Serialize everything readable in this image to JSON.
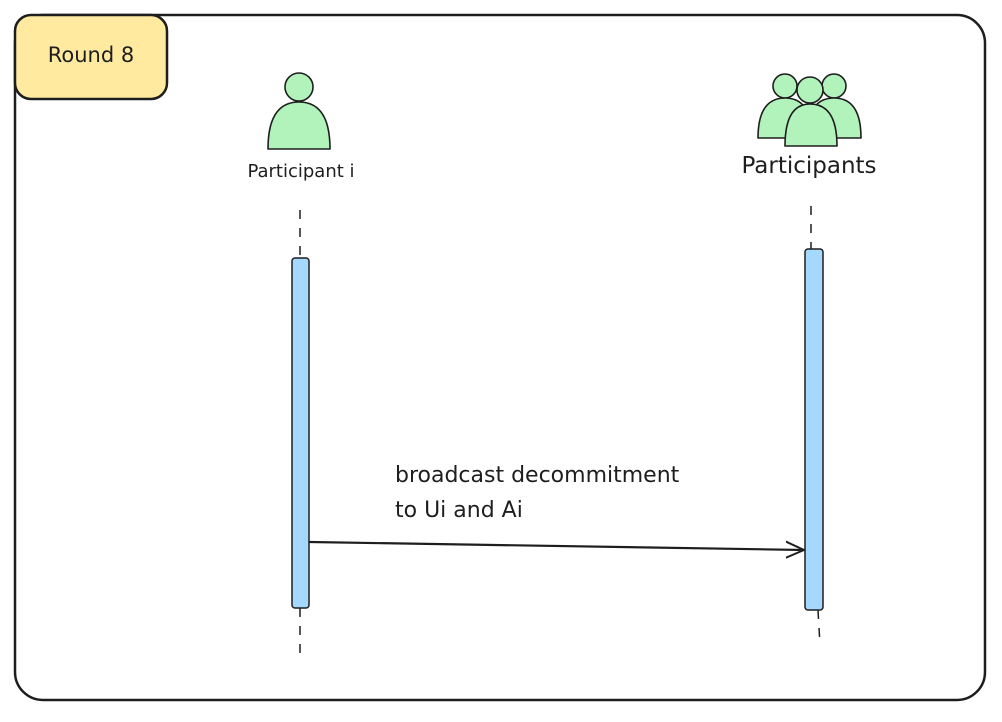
{
  "frame": {
    "label": "Round 8",
    "label_fill": "#ffeaa0",
    "stroke": "#1e1e1e"
  },
  "participants": [
    {
      "label": "Participant i",
      "icon": "person-icon",
      "fill": "#b2f2bb"
    },
    {
      "label": "Participants",
      "icon": "group-icon",
      "fill": "#b2f2bb"
    }
  ],
  "activation_fill": "#a5d8ff",
  "message": {
    "from": "Participant i",
    "to": "Participants",
    "lines": [
      "broadcast decommitment",
      "to Ui and Ai"
    ]
  }
}
